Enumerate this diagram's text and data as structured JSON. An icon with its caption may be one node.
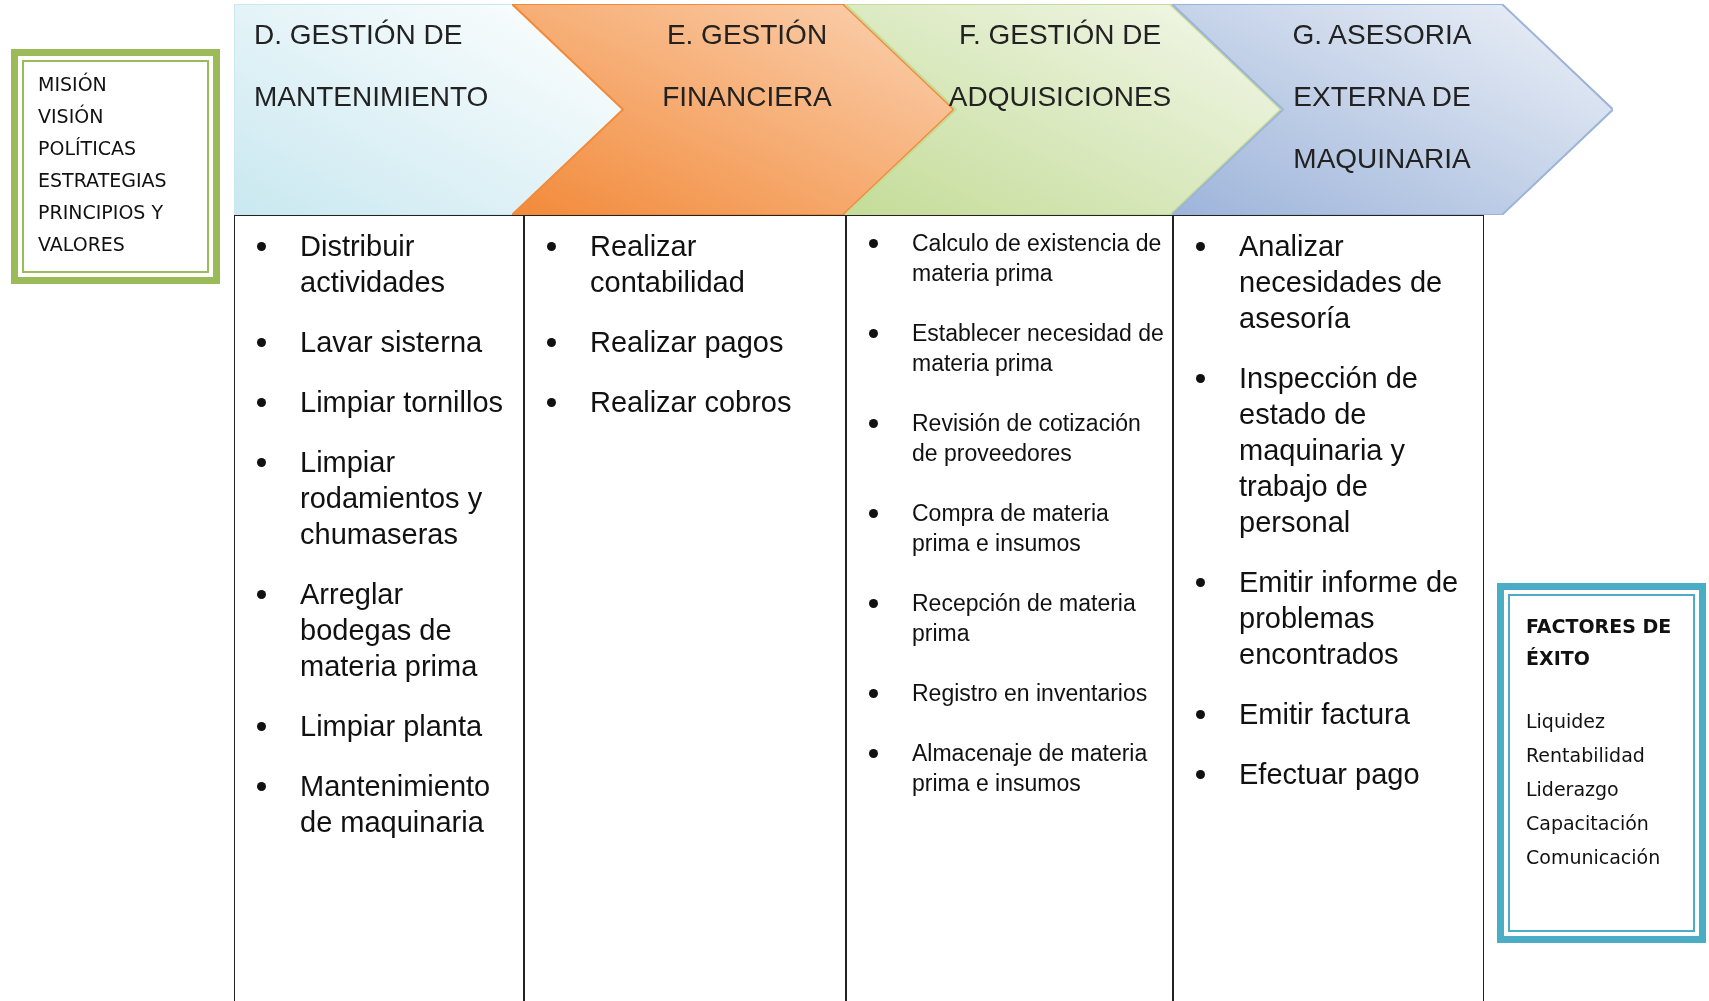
{
  "diagram": {
    "nodes": [
      {
        "text": [
          "MISIÓN",
          "VISIÓN",
          "POLÍTICAS",
          "ESTRATEGIAS",
          "PRINCIPIOS Y VALORES"
        ]
      },
      {
        "text": [
          "D. GESTIÓN DE MANTENIMIENTO"
        ]
      },
      {
        "text": [
          "E. GESTIÓN FINANCIERA"
        ]
      },
      {
        "text": [
          "F. GESTIÓN DE ADQUISICIONES"
        ]
      },
      {
        "text": [
          "G. ASESORIA EXTERNA DE MAQUINARIA"
        ]
      },
      {
        "text": [
          "Distribuir actividades",
          "Lavar sisterna",
          "Limpiar tornillos",
          "Limpiar rodamientos y chumaseras",
          "Arreglar bodegas de materia prima",
          "Limpiar planta",
          "Mantenimiento de maquinaria"
        ]
      },
      {
        "text": [
          "Realizar contabilidad",
          "Realizar pagos",
          "Realizar cobros"
        ]
      },
      {
        "text": [
          "Calculo de existencia de materia prima",
          "Establecer necesidad de materia prima",
          "Revisión de cotización de proveedores",
          "Compra de materia prima e insumos",
          "Recepción de materia prima",
          "Registro en inventarios",
          "Almacenaje de materia prima e insumos"
        ]
      },
      {
        "text": [
          "Analizar necesidades de asesoría",
          "Inspección de estado de maquinaria y trabajo de personal",
          "Emitir informe de problemas encontrados",
          "Emitir factura",
          "Efectuar pago"
        ]
      },
      {
        "text": [
          "FACTORES DE ÉXITO",
          "Liquidez",
          "Rentabilidad",
          "Liderazgo",
          "Capacitación",
          "Comunicación"
        ]
      }
    ]
  }
}
